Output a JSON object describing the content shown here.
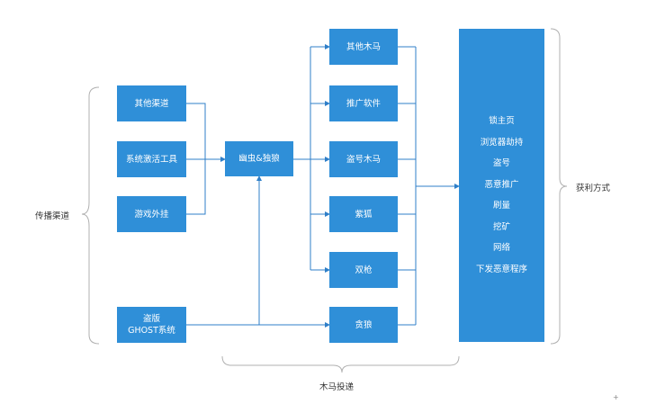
{
  "channels_label": "传播渠道",
  "channels": [
    {
      "label": "其他渠道"
    },
    {
      "label": "系统激活工具"
    },
    {
      "label": "游戏外挂"
    }
  ],
  "pirate": {
    "line1": "盗版",
    "line2": "GHOST系统"
  },
  "hub": {
    "label": "幽虫&独狼"
  },
  "trojans": [
    {
      "label": "其他木马"
    },
    {
      "label": "推广软件"
    },
    {
      "label": "盗号木马"
    },
    {
      "label": "紫狐"
    },
    {
      "label": "双枪"
    },
    {
      "label": "贪狼"
    }
  ],
  "delivery_label": "木马投递",
  "methods_label": "获利方式",
  "methods": [
    "锁主页",
    "浏览器劫持",
    "盗号",
    "恶意推广",
    "刷量",
    "挖矿",
    "网络",
    "下发恶意程序"
  ],
  "colors": {
    "box": "#2f8fd8",
    "line": "#2f7fc8",
    "brace": "#b0b0b0"
  }
}
